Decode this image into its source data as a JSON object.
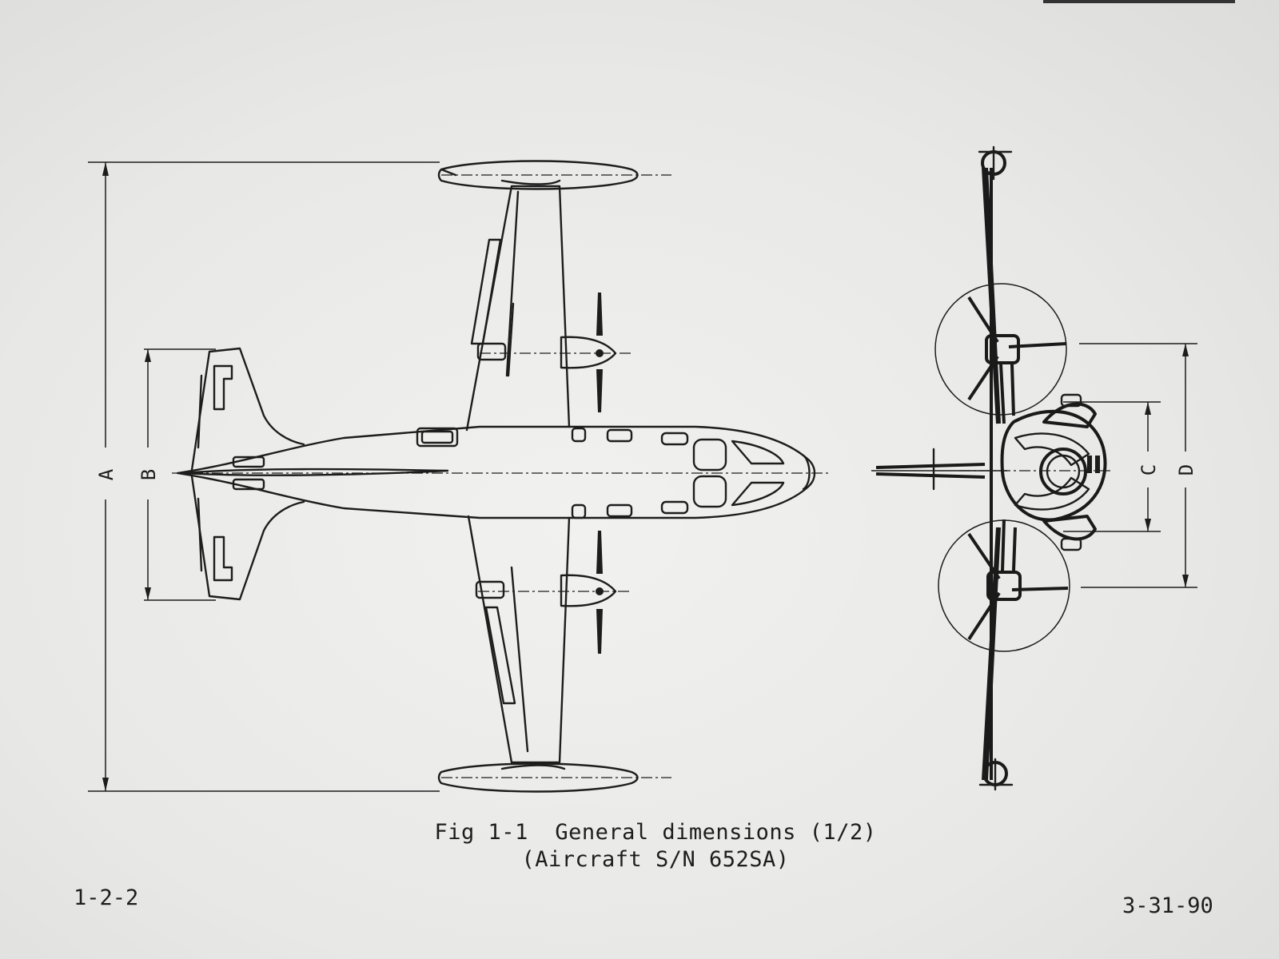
{
  "figure": {
    "caption_line1": "Fig 1-1  General dimensions (1/2)",
    "caption_line2": "(Aircraft S/N 652SA)"
  },
  "dimensions": {
    "A": "A",
    "B": "B",
    "C": "C",
    "D": "D"
  },
  "footer": {
    "page_number": "1-2-2",
    "date": "3-31-90"
  }
}
